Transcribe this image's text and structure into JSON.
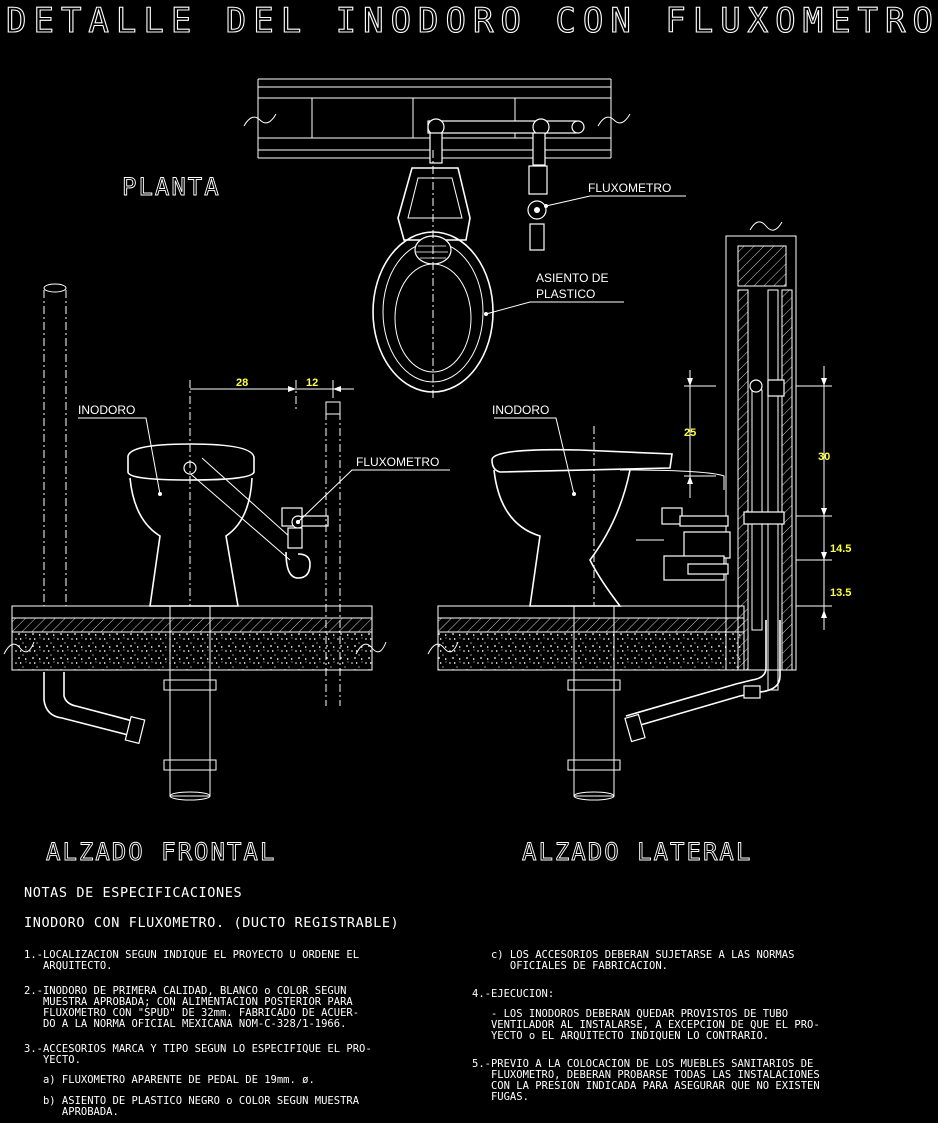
{
  "title": "DETALLE DEL INODORO CON FLUXOMETRO",
  "views": {
    "planta": "PLANTA",
    "frontal": "ALZADO FRONTAL",
    "lateral": "ALZADO LATERAL"
  },
  "labels": {
    "fluxometro_planta": "FLUXOMETRO",
    "asiento_1": "ASIENTO DE",
    "asiento_2": "PLASTICO",
    "inodoro_frontal": "INODORO",
    "fluxometro_frontal": "FLUXOMETRO",
    "inodoro_lateral": "INODORO"
  },
  "dimensions": {
    "frontal_a": "28",
    "frontal_b": "12",
    "lateral_a": "25",
    "lateral_b": "30",
    "lateral_c": "14.5",
    "lateral_d": "13.5"
  },
  "notes": {
    "heading": "NOTAS DE ESPECIFICACIONES",
    "subheading": "INODORO CON FLUXOMETRO. (DUCTO REGISTRABLE)",
    "left": [
      [
        "1.-LOCALIZACION SEGUN INDIQUE EL PROYECTO U ORDENE EL",
        "   ARQUITECTO."
      ],
      [
        "2.-INODORO DE PRIMERA CALIDAD, BLANCO o COLOR SEGUN",
        "   MUESTRA APROBADA; CON ALIMENTACION POSTERIOR PARA",
        "   FLUXOMETRO CON \"SPUD\" DE 32mm. FABRICADO DE ACUER-",
        "   DO A LA NORMA OFICIAL MEXICANA NOM-C-328/1-1966."
      ],
      [
        "3.-ACCESORIOS MARCA Y TIPO SEGUN LO ESPECIFIQUE EL PRO-",
        "   YECTO."
      ],
      [
        "   a) FLUXOMETRO APARENTE DE PEDAL DE 19mm. ø."
      ],
      [
        "   b) ASIENTO DE PLASTICO NEGRO o COLOR SEGUN MUESTRA",
        "      APROBADA."
      ]
    ],
    "right": [
      [
        "   c) LOS ACCESORIOS DEBERAN SUJETARSE A LAS NORMAS",
        "      OFICIALES DE FABRICACION."
      ],
      [
        "4.-EJECUCION:"
      ],
      [
        "   - LOS INODOROS DEBERAN QUEDAR PROVISTOS DE TUBO",
        "   VENTILADOR AL INSTALARSE, A EXCEPCION DE QUE EL PRO-",
        "   YECTO o EL ARQUITECTO INDIQUEN LO CONTRARIO."
      ],
      [
        "5.-PREVIO A LA COLOCACION DE LOS MUEBLES SANITARIOS DE",
        "   FLUXOMETRO, DEBERAN PROBARSE TODAS LAS INSTALACIONES",
        "   CON LA PRESION INDICADA PARA ASEGURAR QUE NO EXISTEN",
        "   FUGAS."
      ]
    ]
  },
  "colors": {
    "background": "#000000",
    "lines": "#ffffff",
    "dimensions": "#ffff40"
  }
}
